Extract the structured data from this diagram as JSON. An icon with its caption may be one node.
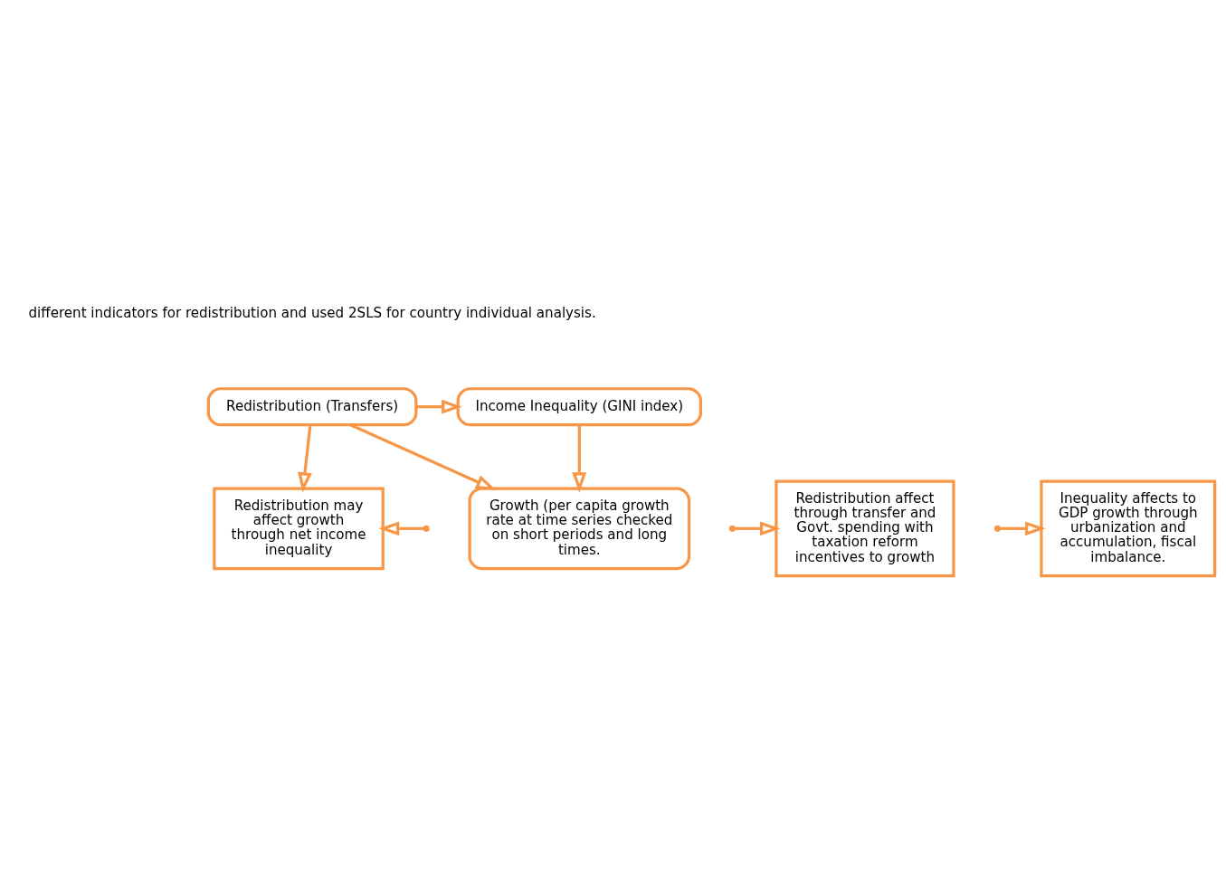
{
  "diagram": {
    "nodes": [
      {
        "text": [
          "Redistribution (Transfers)"
        ]
      },
      {
        "text": [
          "Income Inequality (GINI index)"
        ]
      },
      {
        "text": [
          "Redistribution affect through transfer and Govt. spending with taxation reform incentives to growth"
        ]
      },
      {
        "text": [
          "Inequality affects to GDP growth through urbanization and accumulation, fiscal imbalance."
        ]
      },
      {
        "text": [
          "Redistribution may affect growth through net income inequality"
        ]
      },
      {
        "text": [
          "Growth (per capita growth rate at time series checked on short periods and long times."
        ]
      }
    ],
    "edges": [
      {
        "from": 0,
        "to": 1,
        "arrow": "to"
      },
      {
        "from": 0,
        "to": 4,
        "arrow": "to"
      },
      {
        "from": 0,
        "to": 5,
        "arrow": "to"
      },
      {
        "from": 1,
        "to": 5,
        "arrow": "to"
      },
      {
        "from": null,
        "to": 2,
        "arrow": "to"
      },
      {
        "from": null,
        "to": 3,
        "arrow": "to"
      },
      {
        "from": null,
        "to": 4,
        "arrow": "to"
      }
    ],
    "labels": [
      "different indicators for redistribution and used 2SLS for country individual analysis."
    ]
  }
}
